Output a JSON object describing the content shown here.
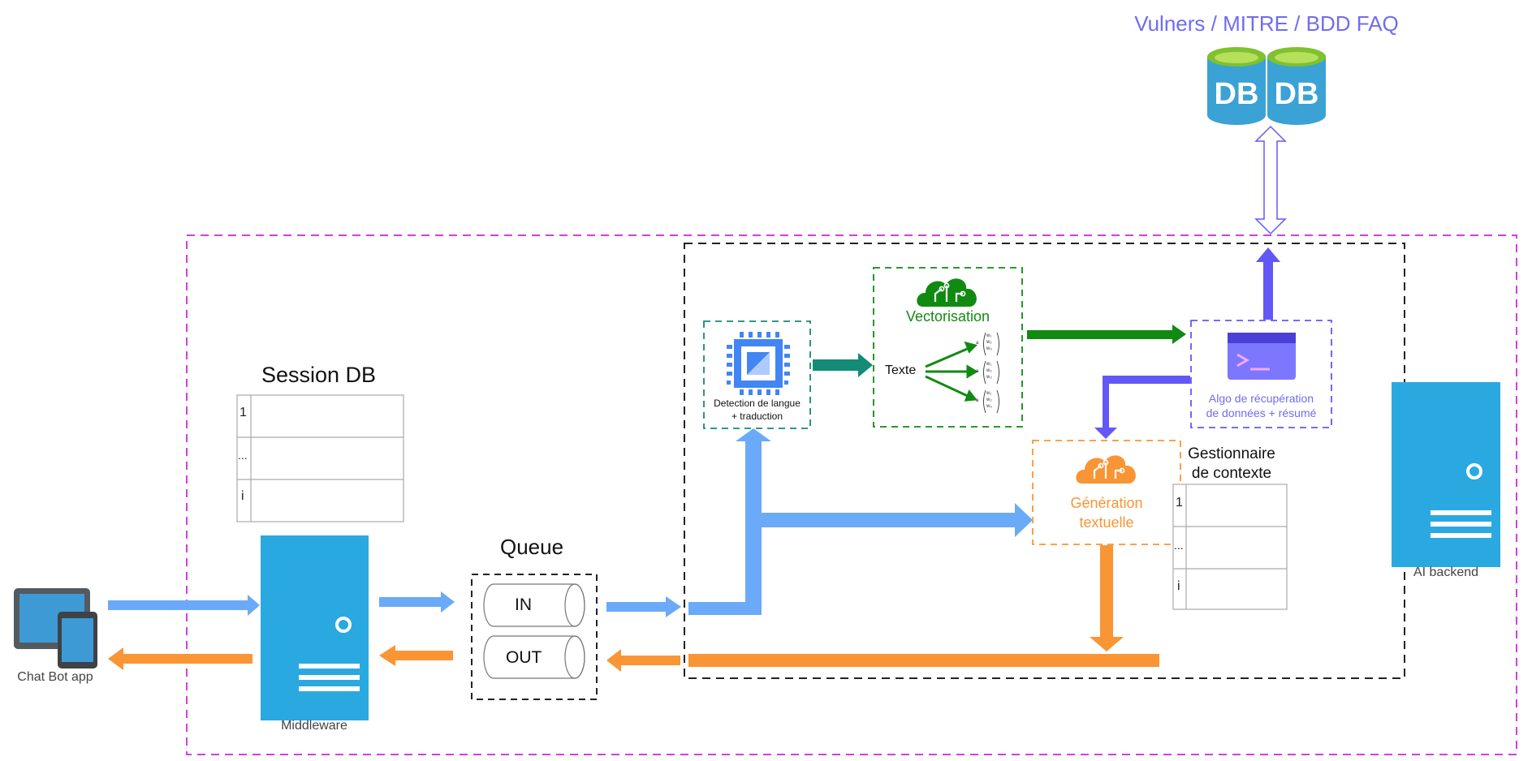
{
  "db_title": "Vulners / MITRE / BDD FAQ",
  "db_icon_text": [
    "DB",
    "DB"
  ],
  "session_db": {
    "title": "Session DB",
    "rows": [
      "1",
      "...",
      "i"
    ]
  },
  "queue": {
    "title": "Queue",
    "in_label": "IN",
    "out_label": "OUT"
  },
  "client": {
    "label": "Chat Bot app"
  },
  "middleware": {
    "label": "Middleware"
  },
  "ai_backend": {
    "label": "AI backend"
  },
  "detection": {
    "label_line1": "Detection de langue",
    "label_line2": "+ traduction"
  },
  "vectorisation": {
    "title": "Vectorisation",
    "input_label": "Texte",
    "vector_symbols": [
      {
        "prefix": "a",
        "entries": [
          "w₁",
          "w₂",
          "w₃"
        ]
      },
      {
        "prefix": "a",
        "entries": [
          "w₁",
          "w₂",
          "w₃"
        ]
      },
      {
        "prefix": "a",
        "entries": [
          "w₁",
          "w₂",
          "w₃"
        ]
      }
    ]
  },
  "retrieval": {
    "label_line1": "Algo de récupération",
    "label_line2": "de données + résumé"
  },
  "generation": {
    "label_line1": "Génération",
    "label_line2": "textuelle"
  },
  "context_manager": {
    "title_line1": "Gestionnaire",
    "title_line2": "de contexte",
    "rows": [
      "1",
      "...",
      "i"
    ]
  },
  "colors": {
    "request_flow": "#6aaaf8",
    "response_flow": "#f99534",
    "vector_flow": "#118a11",
    "retrieval_flow": "#6358f5",
    "outer_boundary": "#d23fe0",
    "server": "#2aa9e1",
    "detection_border": "#138b76",
    "generation_text": "#f99534"
  }
}
